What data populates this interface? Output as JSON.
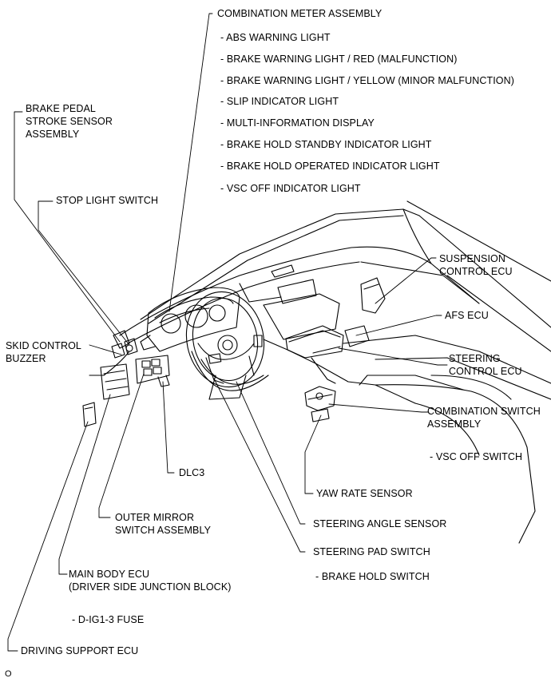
{
  "combination_meter": {
    "title": "COMBINATION METER ASSEMBLY",
    "items": [
      "- ABS WARNING LIGHT",
      "- BRAKE WARNING LIGHT / RED (MALFUNCTION)",
      "- BRAKE WARNING LIGHT / YELLOW (MINOR MALFUNCTION)",
      "- SLIP INDICATOR LIGHT",
      "- MULTI-INFORMATION DISPLAY",
      "- BRAKE HOLD STANDBY INDICATOR LIGHT",
      "- BRAKE HOLD OPERATED INDICATOR LIGHT",
      "- VSC OFF INDICATOR LIGHT"
    ]
  },
  "labels": {
    "brake_pedal_sensor": "BRAKE PEDAL\nSTROKE SENSOR\nASSEMBLY",
    "stop_light_switch": "STOP LIGHT SWITCH",
    "suspension_ecu": "SUSPENSION\nCONTROL ECU",
    "afs_ecu": "AFS ECU",
    "skid_control_buzzer": "SKID CONTROL\nBUZZER",
    "steering_control_ecu": "STEERING\nCONTROL ECU",
    "combination_switch": "COMBINATION SWITCH\nASSEMBLY",
    "vsc_off_switch": "- VSC OFF SWITCH",
    "dlc3": "DLC3",
    "yaw_rate_sensor": "YAW RATE SENSOR",
    "outer_mirror_switch": "OUTER MIRROR\nSWITCH ASSEMBLY",
    "steering_angle_sensor": "STEERING ANGLE SENSOR",
    "steering_pad_switch": "STEERING PAD SWITCH",
    "brake_hold_switch": "- BRAKE HOLD SWITCH",
    "main_body_ecu": "MAIN BODY ECU\n(DRIVER SIDE JUNCTION BLOCK)",
    "d_ig1_fuse": "- D-IG1-3 FUSE",
    "driving_support_ecu": "DRIVING SUPPORT ECU",
    "corner_mark": "O"
  }
}
